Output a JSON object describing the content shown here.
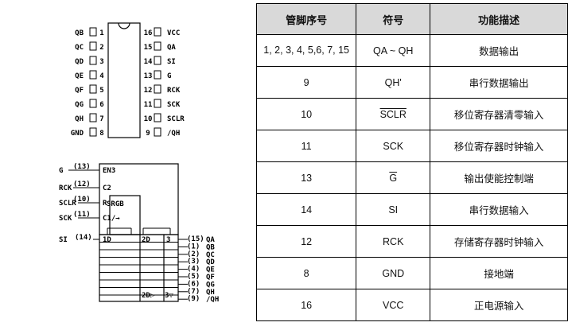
{
  "dip_pins": {
    "left": [
      {
        "name": "QB",
        "num": "1"
      },
      {
        "name": "QC",
        "num": "2"
      },
      {
        "name": "QD",
        "num": "3"
      },
      {
        "name": "QE",
        "num": "4"
      },
      {
        "name": "QF",
        "num": "5"
      },
      {
        "name": "QG",
        "num": "6"
      },
      {
        "name": "QH",
        "num": "7"
      },
      {
        "name": "GND",
        "num": "8"
      }
    ],
    "right": [
      {
        "num": "16",
        "name": "VCC"
      },
      {
        "num": "15",
        "name": "QA"
      },
      {
        "num": "14",
        "name": "SI"
      },
      {
        "num": "13",
        "name": "G"
      },
      {
        "num": "12",
        "name": "RCK"
      },
      {
        "num": "11",
        "name": "SCK"
      },
      {
        "num": "10",
        "name": "SCLR"
      },
      {
        "num": "9",
        "name": "/QH"
      }
    ]
  },
  "logic": {
    "inputs": [
      {
        "name": "G",
        "num": "(13)",
        "func": "EN3"
      },
      {
        "name": "RCK",
        "num": "(12)",
        "func": "C2"
      },
      {
        "name": "SCLR",
        "num": "(10)",
        "func": "R"
      },
      {
        "name": "SCK",
        "num": "(11)",
        "func": "C1/→"
      }
    ],
    "srgb_label": "SRGB",
    "serial": {
      "name": "SI",
      "num": "(14)",
      "func": "1D"
    },
    "row_labels": {
      "d2": "2D",
      "out3": "3",
      "d2_last": "2D▷",
      "out3_last": "3▽"
    },
    "outputs": [
      {
        "num": "(15)",
        "name": "QA"
      },
      {
        "num": "(1)",
        "name": "QB"
      },
      {
        "num": "(2)",
        "name": "QC"
      },
      {
        "num": "(3)",
        "name": "QD"
      },
      {
        "num": "(4)",
        "name": "QE"
      },
      {
        "num": "(5)",
        "name": "QF"
      },
      {
        "num": "(6)",
        "name": "QG"
      },
      {
        "num": "(7)",
        "name": "QH"
      },
      {
        "num": "(9)",
        "name": "/QH"
      }
    ]
  },
  "table": {
    "headers": [
      "管脚序号",
      "符号",
      "功能描述"
    ],
    "rows": [
      {
        "pin": "1, 2, 3, 4, 5,6, 7, 15",
        "symbol": "QA ~ QH",
        "desc": "数据输出"
      },
      {
        "pin": "9",
        "symbol": "QH'",
        "desc": "串行数据输出"
      },
      {
        "pin": "10",
        "symbol": "SCLR",
        "desc": "移位寄存器清零输入",
        "overline": true
      },
      {
        "pin": "11",
        "symbol": "SCK",
        "desc": "移位寄存器时钟输入"
      },
      {
        "pin": "13",
        "symbol": "G",
        "desc": "输出使能控制端",
        "overline": true
      },
      {
        "pin": "14",
        "symbol": "SI",
        "desc": "串行数据输入"
      },
      {
        "pin": "12",
        "symbol": "RCK",
        "desc": "存储寄存器时钟输入"
      },
      {
        "pin": "8",
        "symbol": "GND",
        "desc": "接地端"
      },
      {
        "pin": "16",
        "symbol": "VCC",
        "desc": "正电源输入"
      }
    ]
  }
}
